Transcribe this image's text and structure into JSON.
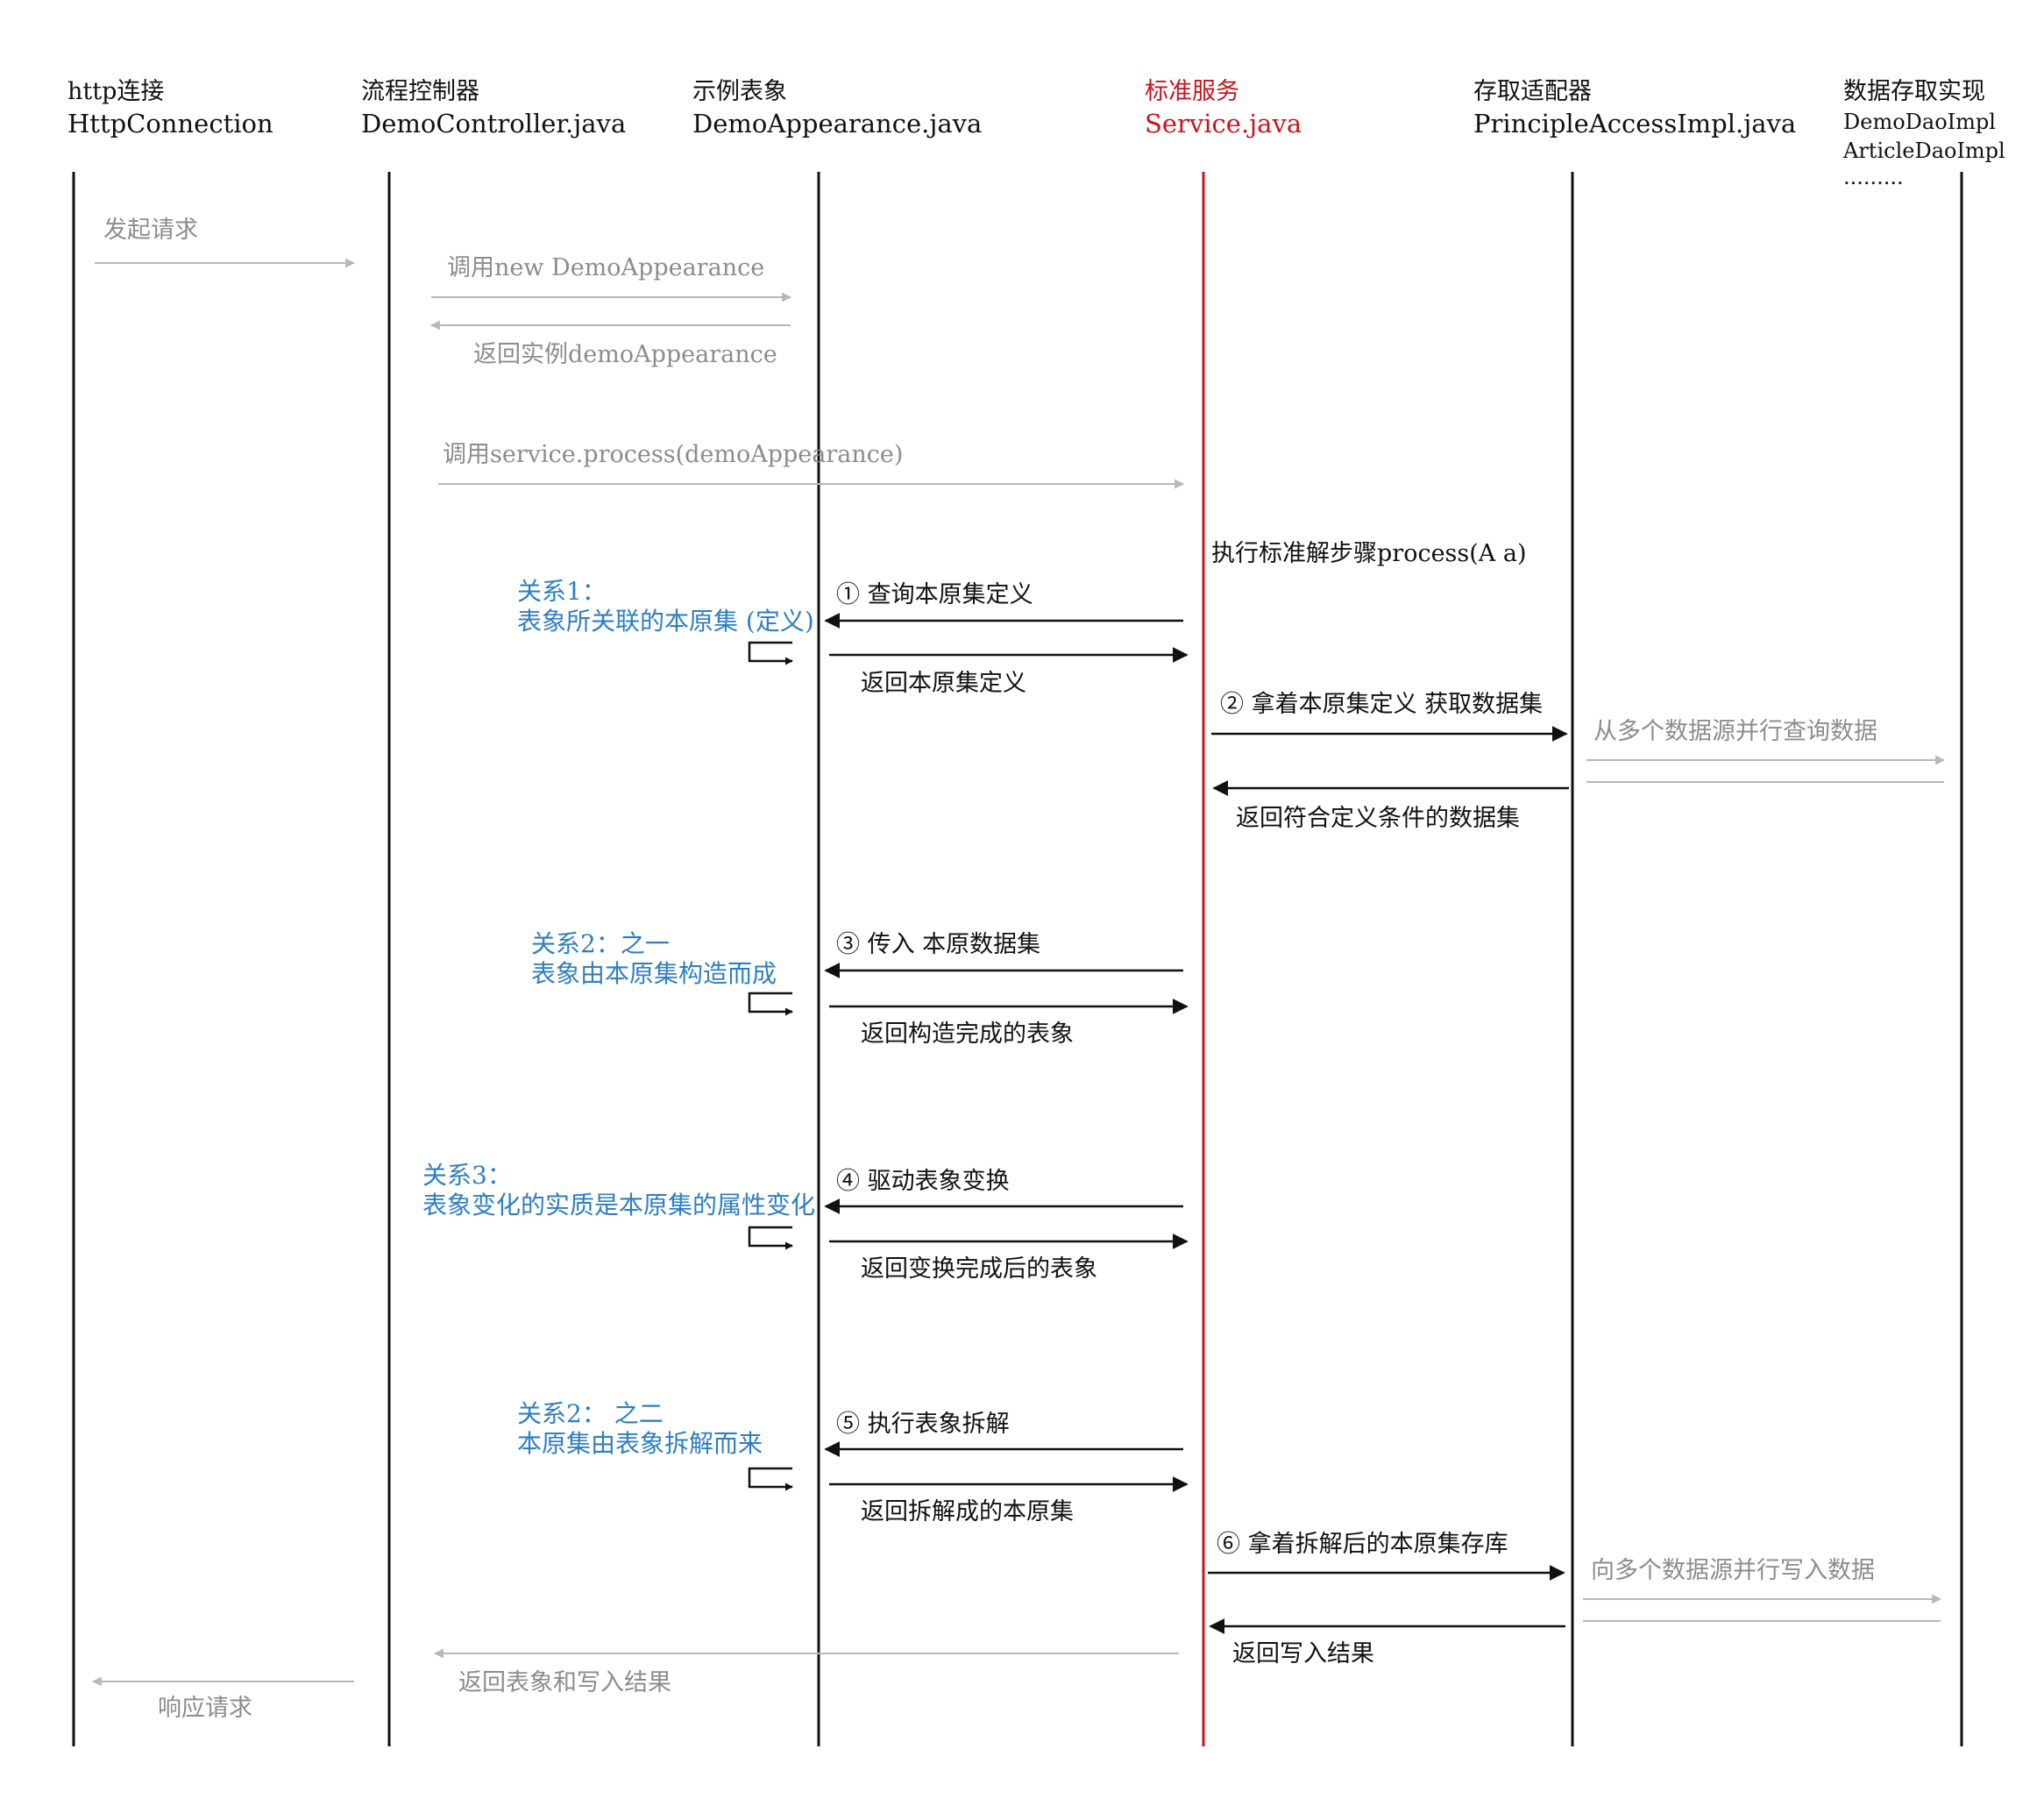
{
  "colors": {
    "black": "#111111",
    "gray": "#b8b8b8",
    "gray_text": "#8c8c8c",
    "red": "#c8141e",
    "blue": "#2e7fc2"
  },
  "participants": [
    {
      "id": "http",
      "name_cn": "http连接",
      "name_en": "HttpConnection"
    },
    {
      "id": "controller",
      "name_cn": "流程控制器",
      "name_en": "DemoController.java"
    },
    {
      "id": "appearance",
      "name_cn": "示例表象",
      "name_en": "DemoAppearance.java"
    },
    {
      "id": "service",
      "name_cn": "标准服务",
      "name_en": "Service.java"
    },
    {
      "id": "adapter",
      "name_cn": "存取适配器",
      "name_en": "PrincipleAccessImpl.java"
    },
    {
      "id": "dao",
      "name_cn": "数据存取实现",
      "name_lines": [
        "DemoDaoImpl",
        "ArticleDaoImpl",
        "........."
      ]
    }
  ],
  "messages": {
    "send_request": "发起请求",
    "call_new": "调用new DemoAppearance",
    "return_instance": "返回实例demoAppearance",
    "call_process": "调用service.process(demoAppearance)",
    "exec_steps": "执行标准解步骤process(A a)",
    "step1": "① 查询本原集定义",
    "step1_return": "返回本原集定义",
    "step2": "② 拿着本原集定义 获取数据集",
    "step2_parallel": "从多个数据源并行查询数据",
    "step2_return": "返回符合定义条件的数据集",
    "step3": "③ 传入 本原数据集",
    "step3_return": "返回构造完成的表象",
    "step4": "④ 驱动表象变换",
    "step4_return": "返回变换完成后的表象",
    "step5": "⑤ 执行表象拆解",
    "step5_return": "返回拆解成的本原集",
    "step6": "⑥ 拿着拆解后的本原集存库",
    "step6_parallel": "向多个数据源并行写入数据",
    "step6_return": "返回写入结果",
    "return_appearance": "返回表象和写入结果",
    "respond": "响应请求"
  },
  "notes": {
    "rel1": [
      "关系1：",
      "表象所关联的本原集 (定义)"
    ],
    "rel2a": [
      "关系2：之一",
      "表象由本原集构造而成"
    ],
    "rel3": [
      "关系3：",
      "表象变化的实质是本原集的属性变化"
    ],
    "rel2b": [
      "关系2： 之二",
      "本原集由表象拆解而来"
    ]
  }
}
